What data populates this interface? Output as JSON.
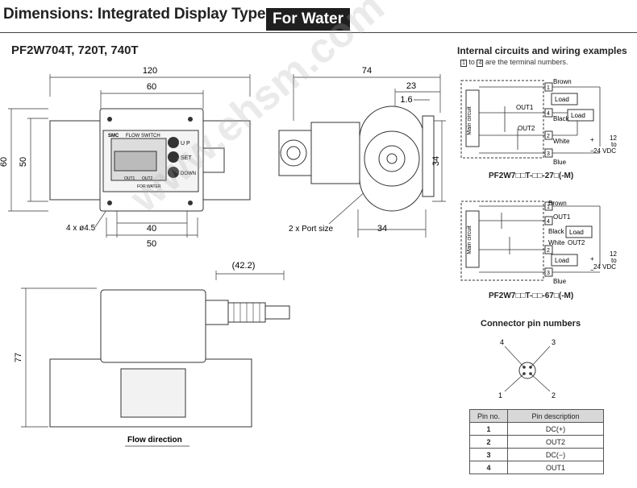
{
  "header": {
    "title": "Dimensions: Integrated Display Type",
    "badge": "For Water",
    "model": "PF2W704T, 720T, 740T"
  },
  "front_view": {
    "dim_120": "120",
    "dim_60_top": "60",
    "dim_60_left": "60",
    "dim_50_left": "50",
    "dim_40": "40",
    "dim_50_bottom": "50",
    "holes": "4 x ø4.5",
    "panel_brand": "SMC",
    "panel_label": "FLOW SWITCH",
    "btn_up": "U P",
    "btn_set": "SET",
    "btn_down": "DOWN",
    "out1": "OUT1",
    "out2": "OUT2",
    "for_water": "FOR WATER"
  },
  "side_view": {
    "dim_74": "74",
    "dim_23": "23",
    "dim_1_6": "1.6",
    "dim_34_right": "34",
    "dim_34_bottom": "34",
    "port": "2 x Port size"
  },
  "bottom_view": {
    "dim_42_2": "(42.2)",
    "dim_77": "77",
    "flow": "Flow direction"
  },
  "wiring": {
    "title": "Internal circuits and wiring examples",
    "note_from": "1",
    "note_to": "4",
    "note_mid": "to",
    "note_tail": "are the terminal numbers.",
    "circuit1": {
      "main": "Main circuit",
      "brown": "Brown",
      "out1": "OUT1",
      "black": "Black",
      "out2": "OUT2",
      "white": "White",
      "blue": "Blue",
      "load": "Load",
      "v12": "12",
      "vto": "to",
      "v24": "24 VDC",
      "plus": "+",
      "minus": "−",
      "caption": "PF2W7□□T-□□-27□(-M)"
    },
    "circuit2": {
      "main": "Main circuit",
      "brown": "Brown",
      "out1": "OUT1",
      "black": "Black",
      "out2": "OUT2",
      "white": "White",
      "blue": "Blue",
      "load": "Load",
      "v12": "12",
      "vto": "to",
      "v24": "24 VDC",
      "plus": "+",
      "minus": "−",
      "caption": "PF2W7□□T-□□-67□(-M)"
    }
  },
  "connector": {
    "title": "Connector pin numbers",
    "pin1": "1",
    "pin2": "2",
    "pin3": "3",
    "pin4": "4"
  },
  "pin_table": {
    "head_no": "Pin no.",
    "head_desc": "Pin description",
    "rows": [
      {
        "no": "1",
        "desc": "DC(+)"
      },
      {
        "no": "2",
        "desc": "OUT2"
      },
      {
        "no": "3",
        "desc": "DC(−)"
      },
      {
        "no": "4",
        "desc": "OUT1"
      }
    ]
  },
  "watermark": "www.ehsm.com"
}
